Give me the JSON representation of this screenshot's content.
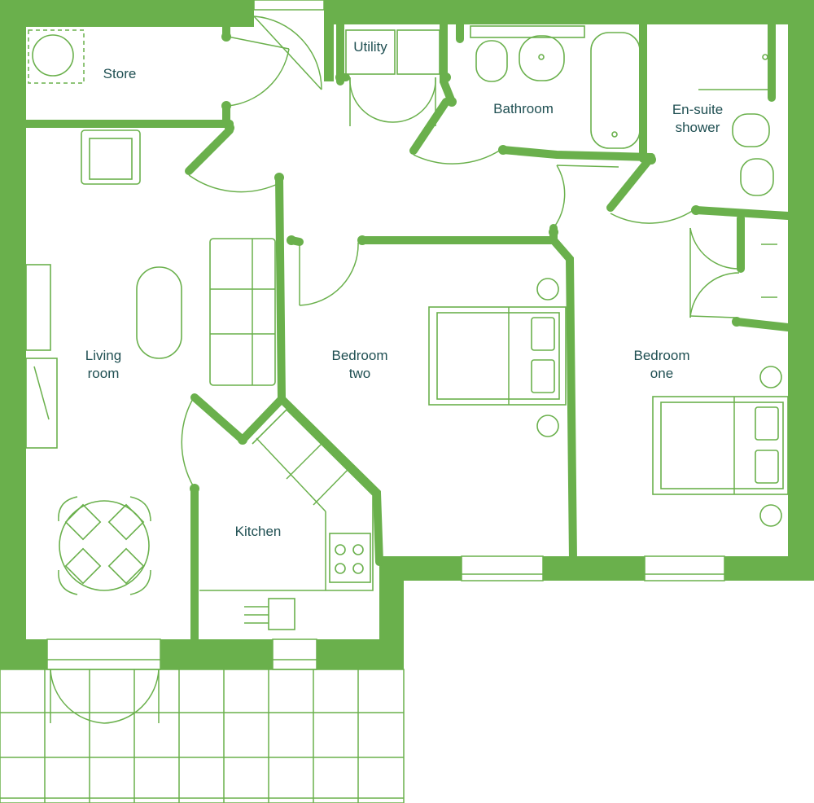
{
  "rooms": {
    "store": {
      "lines": [
        "Store"
      ]
    },
    "utility": {
      "lines": [
        "Utility"
      ]
    },
    "bathroom": {
      "lines": [
        "Bathroom"
      ]
    },
    "ensuite": {
      "lines": [
        "En-suite",
        "shower"
      ]
    },
    "living": {
      "lines": [
        "Living",
        "room"
      ]
    },
    "bedroom_two": {
      "lines": [
        "Bedroom",
        "two"
      ]
    },
    "bedroom_one": {
      "lines": [
        "Bedroom",
        "one"
      ]
    },
    "kitchen": {
      "lines": [
        "Kitchen"
      ]
    }
  },
  "colors": {
    "wall": "#6ab04c",
    "text": "#1f4f52",
    "background": "#ffffff"
  }
}
